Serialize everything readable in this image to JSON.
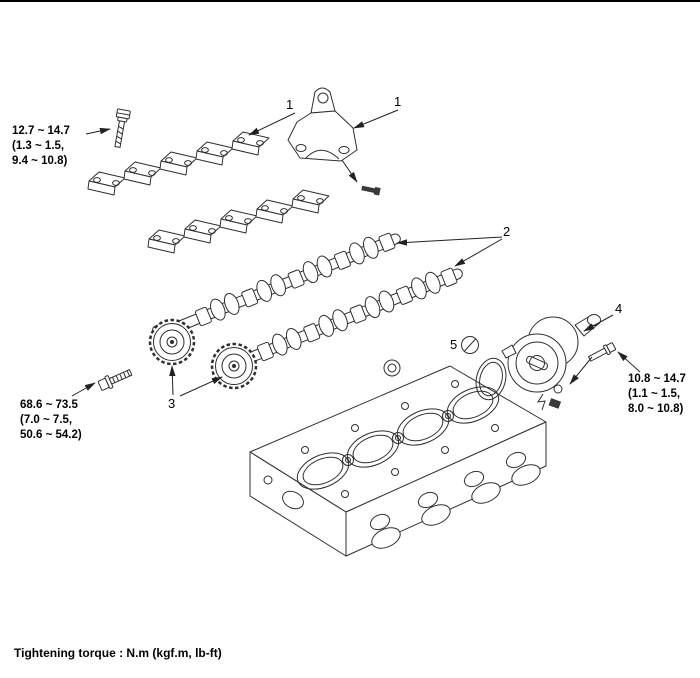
{
  "colors": {
    "background": "#ffffff",
    "line": "#2f2f2f",
    "text": "#000000"
  },
  "callouts": {
    "caps": "1",
    "bracket": "1",
    "camshafts": "2",
    "sprockets": "3",
    "vacuum_pump": "4",
    "oring": "5"
  },
  "torque_specs": {
    "cap_bolts": {
      "lines": [
        "12.7 ~ 14.7",
        "(1.3 ~ 1.5,",
        "9.4 ~ 10.8)"
      ]
    },
    "sprocket_bolts": {
      "lines": [
        "68.6 ~ 73.5",
        "(7.0 ~ 7.5,",
        "50.6 ~ 54.2)"
      ]
    },
    "pump_bolts": {
      "lines": [
        "10.8 ~ 14.7",
        "(1.1 ~ 1.5,",
        "8.0 ~ 10.8)"
      ]
    }
  },
  "footer_note": "Tightening torque : N.m (kgf.m, lb-ft)",
  "icons": {
    "non_reusable_symbol": "circle-slash"
  }
}
